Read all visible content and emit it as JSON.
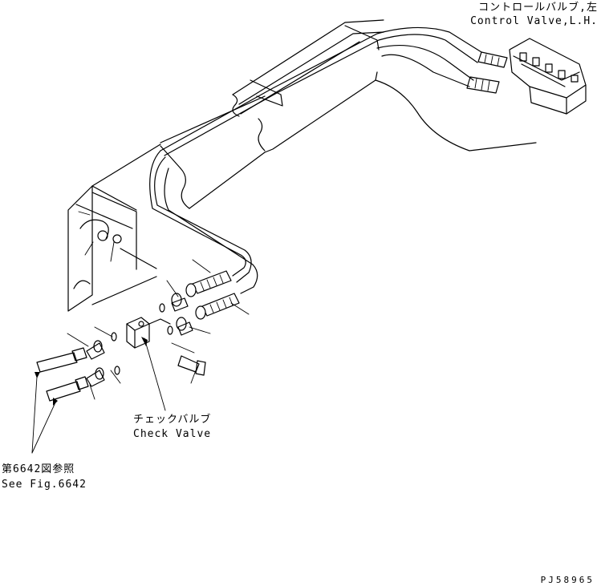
{
  "labels": {
    "control_valve_jp": "コントロールバルブ,左",
    "control_valve_en": "Control Valve,L.H.",
    "check_valve_jp": "チェックバルブ",
    "check_valve_en": "Check Valve",
    "see_fig_jp": "第6642図参照",
    "see_fig_en": "See Fig.6642",
    "drawing_code": "PJ58965"
  },
  "parts": [
    {
      "name": "control-valve-lh"
    },
    {
      "name": "check-valve"
    },
    {
      "name": "boom"
    },
    {
      "name": "hydraulic-tube"
    },
    {
      "name": "hose-upper"
    },
    {
      "name": "hose-lower"
    },
    {
      "name": "connector"
    },
    {
      "name": "elbow"
    },
    {
      "name": "o-ring"
    },
    {
      "name": "bolt"
    }
  ]
}
